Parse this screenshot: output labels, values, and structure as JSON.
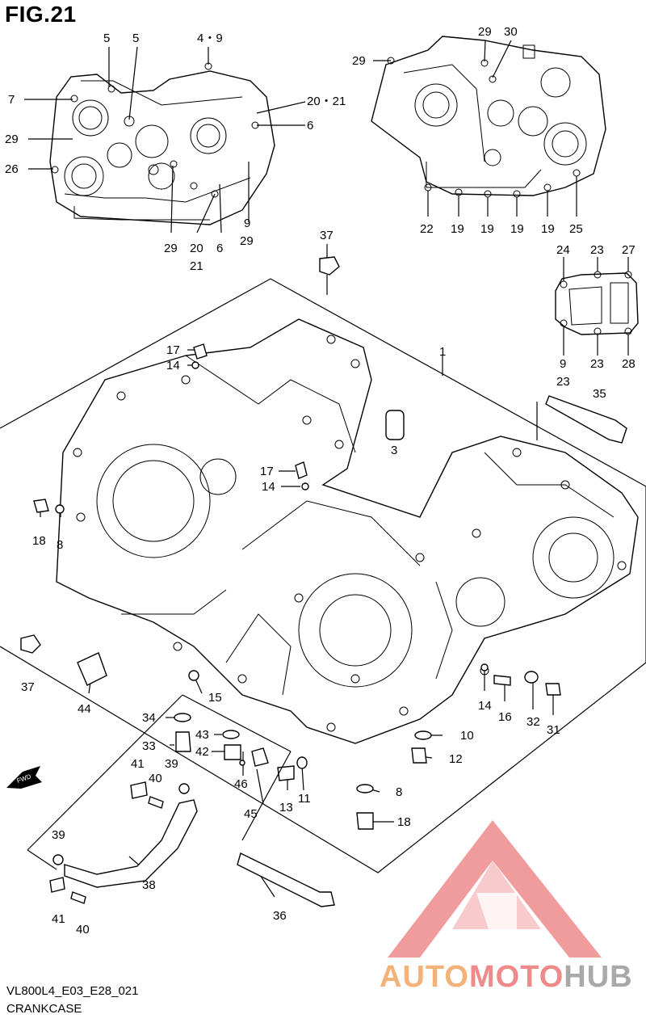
{
  "figure": {
    "title": "FIG.21"
  },
  "footer": {
    "code": "VL800L4_E03_E28_021",
    "name": "CRANKCASE"
  },
  "watermark": {
    "part1": "AUTO",
    "part2": "MOTO",
    "part3": "HUB"
  },
  "fwd_label": "FWD",
  "callouts": [
    {
      "id": "c-5a",
      "text": "5"
    },
    {
      "id": "c-5b",
      "text": "5"
    },
    {
      "id": "c-4-9",
      "text": "4・9"
    },
    {
      "id": "c-7",
      "text": "7"
    },
    {
      "id": "c-20-21a",
      "text": "20・21"
    },
    {
      "id": "c-6a",
      "text": "6"
    },
    {
      "id": "c-29a",
      "text": "29"
    },
    {
      "id": "c-26",
      "text": "26"
    },
    {
      "id": "c-9",
      "text": "9"
    },
    {
      "id": "c-29b",
      "text": "29"
    },
    {
      "id": "c-29c",
      "text": "29"
    },
    {
      "id": "c-20",
      "text": "20"
    },
    {
      "id": "c-21",
      "text": "21"
    },
    {
      "id": "c-6b",
      "text": "6"
    },
    {
      "id": "c-29d",
      "text": "29"
    },
    {
      "id": "c-30",
      "text": "30"
    },
    {
      "id": "c-29e",
      "text": "29"
    },
    {
      "id": "c-22",
      "text": "22"
    },
    {
      "id": "c-19a",
      "text": "19"
    },
    {
      "id": "c-19b",
      "text": "19"
    },
    {
      "id": "c-19c",
      "text": "19"
    },
    {
      "id": "c-19d",
      "text": "19"
    },
    {
      "id": "c-25",
      "text": "25"
    },
    {
      "id": "c-24",
      "text": "24"
    },
    {
      "id": "c-23a",
      "text": "23"
    },
    {
      "id": "c-27",
      "text": "27"
    },
    {
      "id": "c-9b",
      "text": "9"
    },
    {
      "id": "c-23b",
      "text": "23"
    },
    {
      "id": "c-28",
      "text": "28"
    },
    {
      "id": "c-23c",
      "text": "23"
    },
    {
      "id": "c-37a",
      "text": "37"
    },
    {
      "id": "c-1",
      "text": "1"
    },
    {
      "id": "c-17a",
      "text": "17"
    },
    {
      "id": "c-14a",
      "text": "14"
    },
    {
      "id": "c-3",
      "text": "3"
    },
    {
      "id": "c-35",
      "text": "35"
    },
    {
      "id": "c-17b",
      "text": "17"
    },
    {
      "id": "c-14b",
      "text": "14"
    },
    {
      "id": "c-18a",
      "text": "18"
    },
    {
      "id": "c-8a",
      "text": "8"
    },
    {
      "id": "c-37b",
      "text": "37"
    },
    {
      "id": "c-44",
      "text": "44"
    },
    {
      "id": "c-15",
      "text": "15"
    },
    {
      "id": "c-14c",
      "text": "14"
    },
    {
      "id": "c-16",
      "text": "16"
    },
    {
      "id": "c-32",
      "text": "32"
    },
    {
      "id": "c-31",
      "text": "31"
    },
    {
      "id": "c-34",
      "text": "34"
    },
    {
      "id": "c-10",
      "text": "10"
    },
    {
      "id": "c-33",
      "text": "33"
    },
    {
      "id": "c-43",
      "text": "43"
    },
    {
      "id": "c-42",
      "text": "42"
    },
    {
      "id": "c-12",
      "text": "12"
    },
    {
      "id": "c-41a",
      "text": "41"
    },
    {
      "id": "c-39a",
      "text": "39"
    },
    {
      "id": "c-40a",
      "text": "40"
    },
    {
      "id": "c-46",
      "text": "46"
    },
    {
      "id": "c-13",
      "text": "13"
    },
    {
      "id": "c-11",
      "text": "11"
    },
    {
      "id": "c-8b",
      "text": "8"
    },
    {
      "id": "c-45",
      "text": "45"
    },
    {
      "id": "c-18b",
      "text": "18"
    },
    {
      "id": "c-39b",
      "text": "39"
    },
    {
      "id": "c-38",
      "text": "38"
    },
    {
      "id": "c-41b",
      "text": "41"
    },
    {
      "id": "c-40b",
      "text": "40"
    },
    {
      "id": "c-36",
      "text": "36"
    }
  ]
}
